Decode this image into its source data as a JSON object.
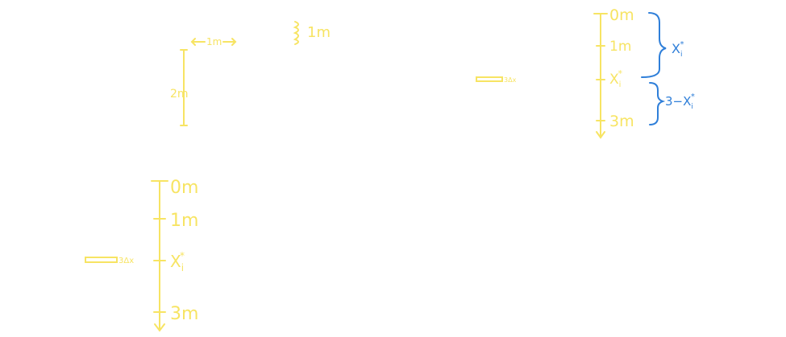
{
  "colors": {
    "ink_yellow": "#f7e463",
    "ink_blue": "#2f7fd9",
    "background": "#ffffff"
  },
  "top_left": {
    "width_label": "1m",
    "height_label": "2m",
    "step_label": "1m"
  },
  "top_right": {
    "ticks": [
      "0m",
      "1m",
      "X",
      "3m"
    ],
    "xi_sub": "i",
    "xi_sup": "*",
    "strip_label": "3Δx",
    "upper_brace_label": "X",
    "lower_brace_label": "3−X"
  },
  "bottom_left": {
    "ticks": [
      "0m",
      "1m",
      "X",
      "3m"
    ],
    "xi_sub": "i",
    "xi_sup": "*",
    "strip_label": "3Δx"
  }
}
